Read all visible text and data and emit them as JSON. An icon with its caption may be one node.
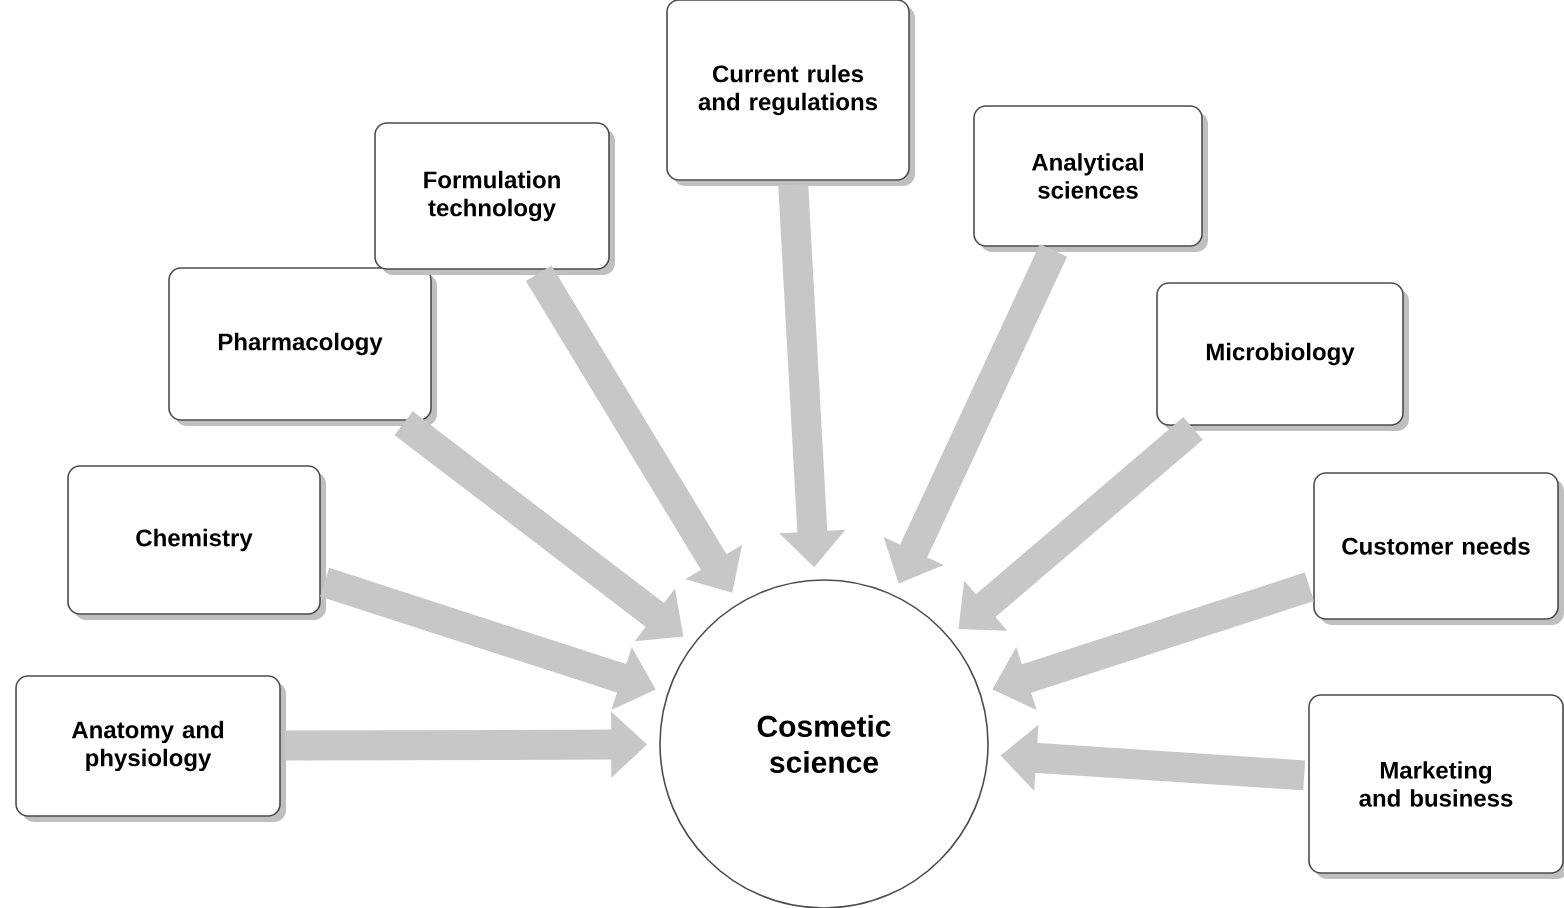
{
  "diagram": {
    "nodes": [
      {
        "text": [
          "Anatomy and physiology"
        ]
      },
      {
        "text": [
          "Chemistry"
        ]
      },
      {
        "text": [
          "Pharmacology"
        ]
      },
      {
        "text": [
          "Formulation technology"
        ]
      },
      {
        "text": [
          "Current rules and regulations"
        ]
      },
      {
        "text": [
          "Analytical sciences"
        ]
      },
      {
        "text": [
          "Microbiology"
        ]
      },
      {
        "text": [
          "Customer needs"
        ]
      },
      {
        "text": [
          "Marketing and business"
        ]
      },
      {
        "text": [
          "Cosmetic science"
        ]
      }
    ],
    "edges": [
      {
        "from": 0,
        "to": 9,
        "arrow": "to"
      },
      {
        "from": 1,
        "to": 9,
        "arrow": "to"
      },
      {
        "from": 2,
        "to": 9,
        "arrow": "to"
      },
      {
        "from": 3,
        "to": 9,
        "arrow": "to"
      },
      {
        "from": 4,
        "to": 9,
        "arrow": "to"
      },
      {
        "from": 5,
        "to": 9,
        "arrow": "to"
      },
      {
        "from": 6,
        "to": 9,
        "arrow": "to"
      },
      {
        "from": 7,
        "to": 9,
        "arrow": "to"
      },
      {
        "from": 8,
        "to": 9,
        "arrow": "to"
      }
    ]
  }
}
